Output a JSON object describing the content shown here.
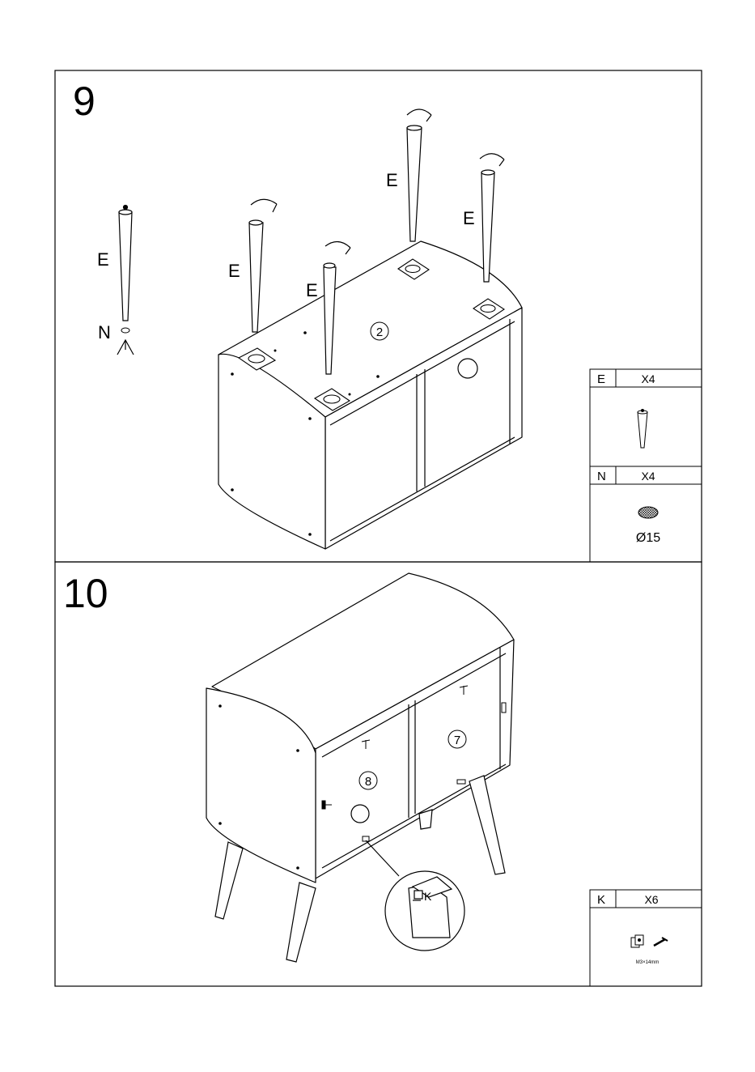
{
  "step9": {
    "number": "9",
    "callouts": {
      "leg_loose": "E",
      "leg_a": "E",
      "leg_b": "E",
      "leg_c": "E",
      "leg_d": "E",
      "pad": "N",
      "part": "2"
    },
    "parts_table": [
      {
        "code": "E",
        "qty": "X4",
        "note": ""
      },
      {
        "code": "N",
        "qty": "X4",
        "note": "Ø15"
      }
    ]
  },
  "step10": {
    "number": "10",
    "callouts": {
      "door_left": "8",
      "door_right": "7",
      "detail_part": "K"
    },
    "parts_table": [
      {
        "code": "K",
        "qty": "X6",
        "note": "M3×14mm"
      }
    ]
  }
}
